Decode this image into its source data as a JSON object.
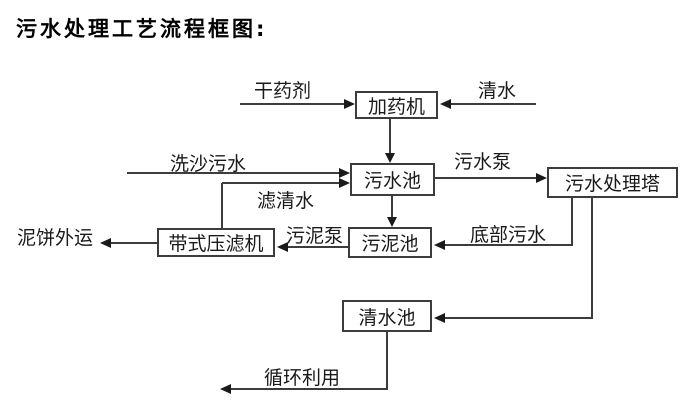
{
  "title": "污水处理工艺流程框图:",
  "diagram": {
    "nodes": {
      "dosing_machine": "加药机",
      "sewage_pool": "污水池",
      "treatment_tower": "污水处理塔",
      "sludge_pool": "污泥池",
      "belt_filter_press": "带式压滤机",
      "clean_water_pool": "清水池"
    },
    "edge_labels": {
      "dry_chemical": "干药剂",
      "clean_water": "清水",
      "sand_washing_sewage": "洗沙污水",
      "sewage_pump": "污水泵",
      "filtered_water": "滤清水",
      "sludge_pump": "污泥泵",
      "bottom_sewage": "底部污水",
      "mud_cake_out": "泥饼外运",
      "recycle": "循环利用"
    },
    "colors": {
      "line": "#3c3c3c",
      "arrow": "#1a1a1a",
      "text": "#000000",
      "background": "#ffffff"
    }
  }
}
